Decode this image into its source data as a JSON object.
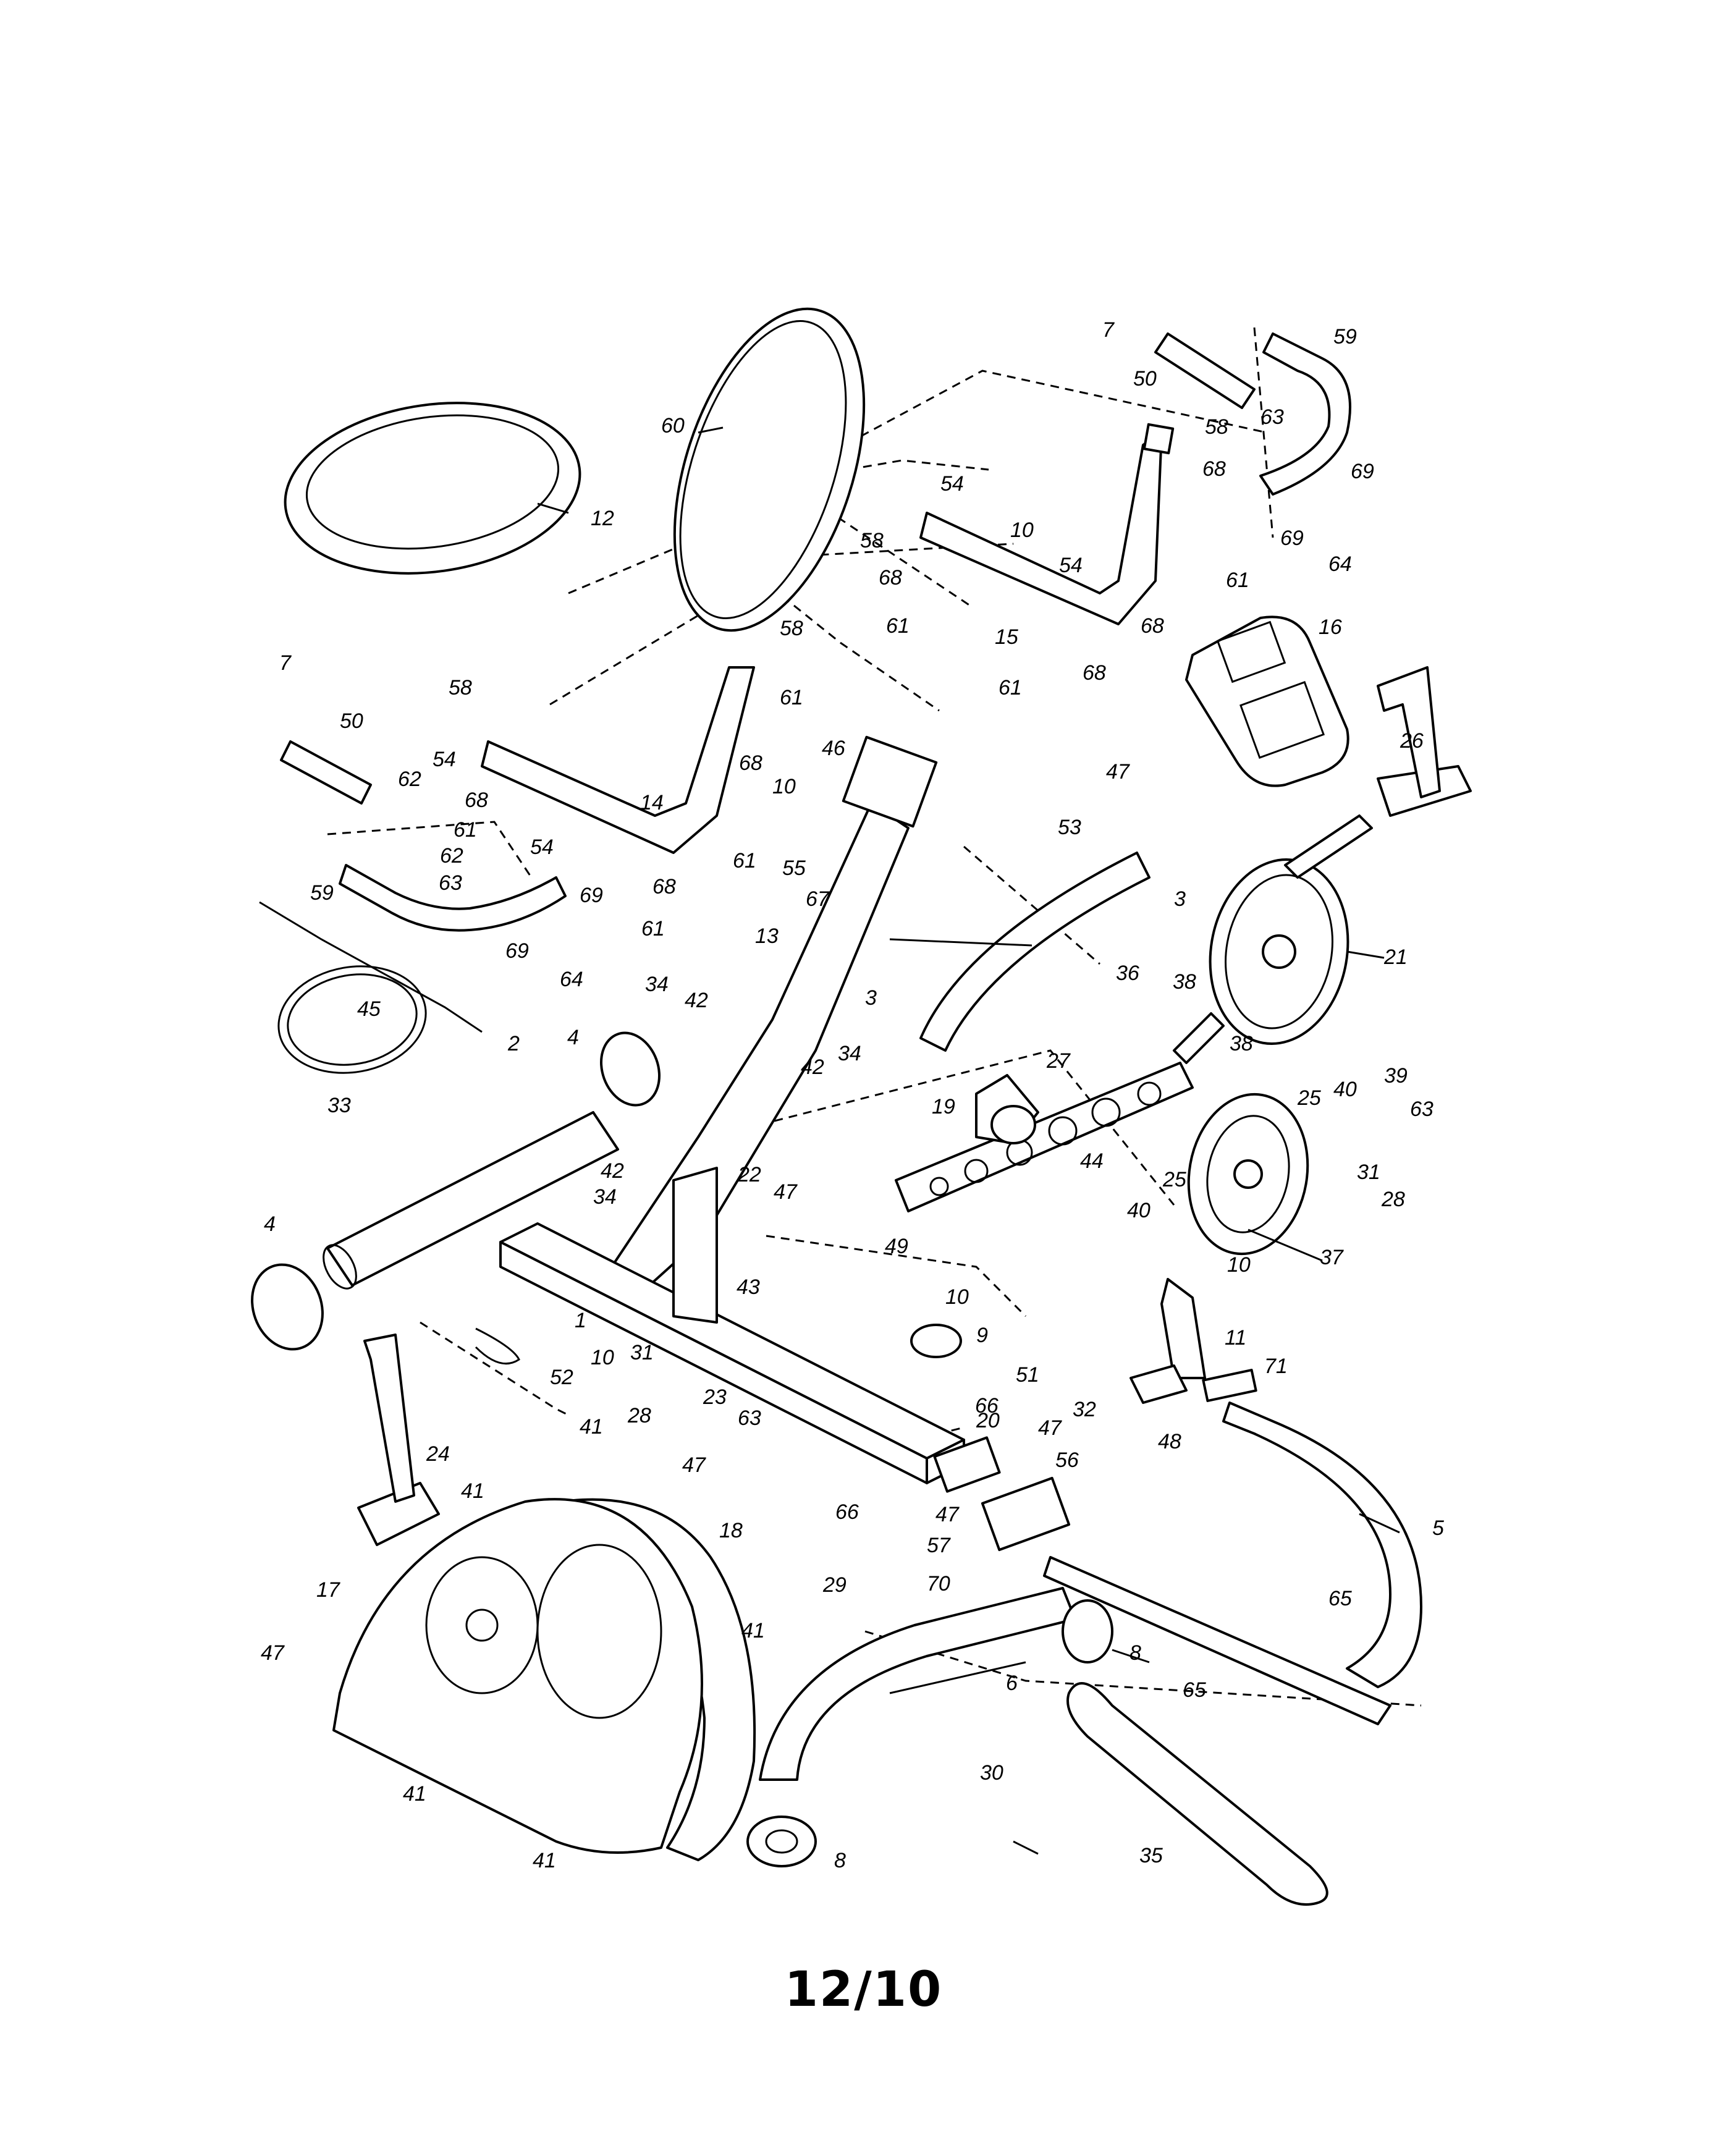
{
  "footer": {
    "page_number": "12/10"
  },
  "labels": {
    "p1": "1",
    "p2": "2",
    "p3": "3",
    "p4": "4",
    "p5": "5",
    "p6": "6",
    "p7": "7",
    "p8": "8",
    "p9": "9",
    "p10": "10",
    "p11": "11",
    "p12": "12",
    "p13": "13",
    "p14": "14",
    "p15": "15",
    "p16": "16",
    "p17": "17",
    "p18": "18",
    "p19": "19",
    "p20": "20",
    "p21": "21",
    "p22": "22",
    "p23": "23",
    "p24": "24",
    "p25": "25",
    "p26": "26",
    "p27": "27",
    "p28": "28",
    "p29": "29",
    "p30": "30",
    "p31": "31",
    "p32": "32",
    "p33": "33",
    "p34": "34",
    "p35": "35",
    "p36": "36",
    "p37": "37",
    "p38": "38",
    "p39": "39",
    "p40": "40",
    "p41": "41",
    "p42": "42",
    "p43": "43",
    "p44": "44",
    "p45": "45",
    "p46": "46",
    "p47": "47",
    "p48": "48",
    "p49": "49",
    "p50": "50",
    "p51": "51",
    "p52": "52",
    "p53": "53",
    "p54": "54",
    "p55": "55",
    "p56": "56",
    "p57": "57",
    "p58": "58",
    "p59": "59",
    "p60": "60",
    "p61": "61",
    "p62": "62",
    "p63": "63",
    "p64": "64",
    "p65": "65",
    "p66": "66",
    "p67": "67",
    "p68": "68",
    "p69": "69",
    "p70": "70",
    "p71": "71"
  }
}
